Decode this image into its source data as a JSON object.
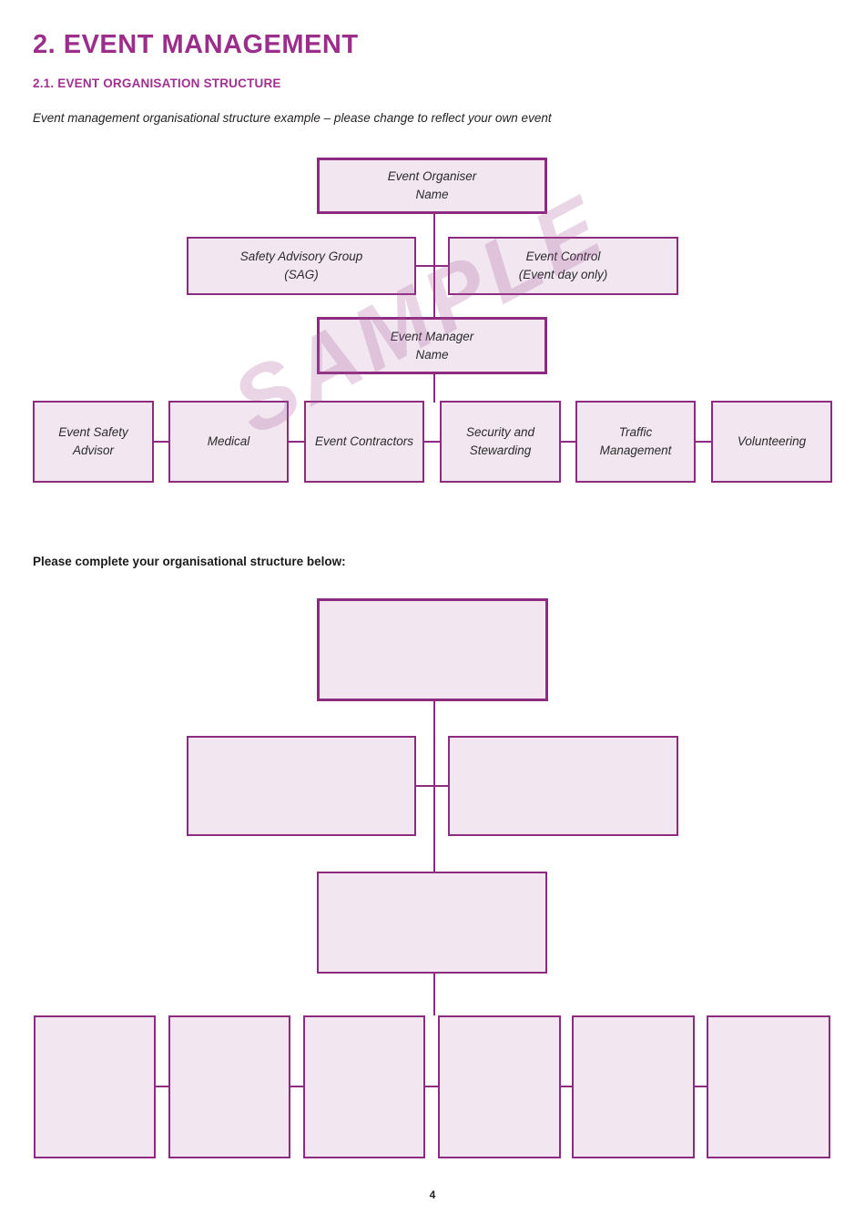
{
  "page": {
    "title": "2. EVENT MANAGEMENT",
    "section_heading": "2.1. EVENT ORGANISATION STRUCTURE",
    "example_note": "Event management organisational structure example – please change to reflect your own event",
    "complete_prompt": "Please complete your organisational structure below:",
    "watermark": "SAMPLE",
    "page_number": "4"
  },
  "colors": {
    "title_accent": "#9b2e8a",
    "heading_accent": "#a1318f",
    "box_border": "#8c2b7f",
    "box_fill": "#f2e7f1",
    "watermark_pink": "#e9d5e6",
    "body_text": "#231f20"
  },
  "sample_chart": {
    "level1": {
      "line1": "Event Organiser",
      "line2": "Name"
    },
    "level2_left": {
      "line1": "Safety Advisory Group",
      "line2": "(SAG)"
    },
    "level2_right": {
      "line1": "Event Control",
      "line2": "(Event day only)"
    },
    "level3": {
      "line1": "Event Manager",
      "line2": "Name"
    },
    "level4": [
      "Event Safety Advisor",
      "Medical",
      "Event Contractors",
      "Security and Stewarding",
      "Traffic Management",
      "Volunteering"
    ]
  },
  "blank_chart": {
    "level1_count": 1,
    "level2_count": 2,
    "level3_count": 1,
    "level4_count": 6
  }
}
